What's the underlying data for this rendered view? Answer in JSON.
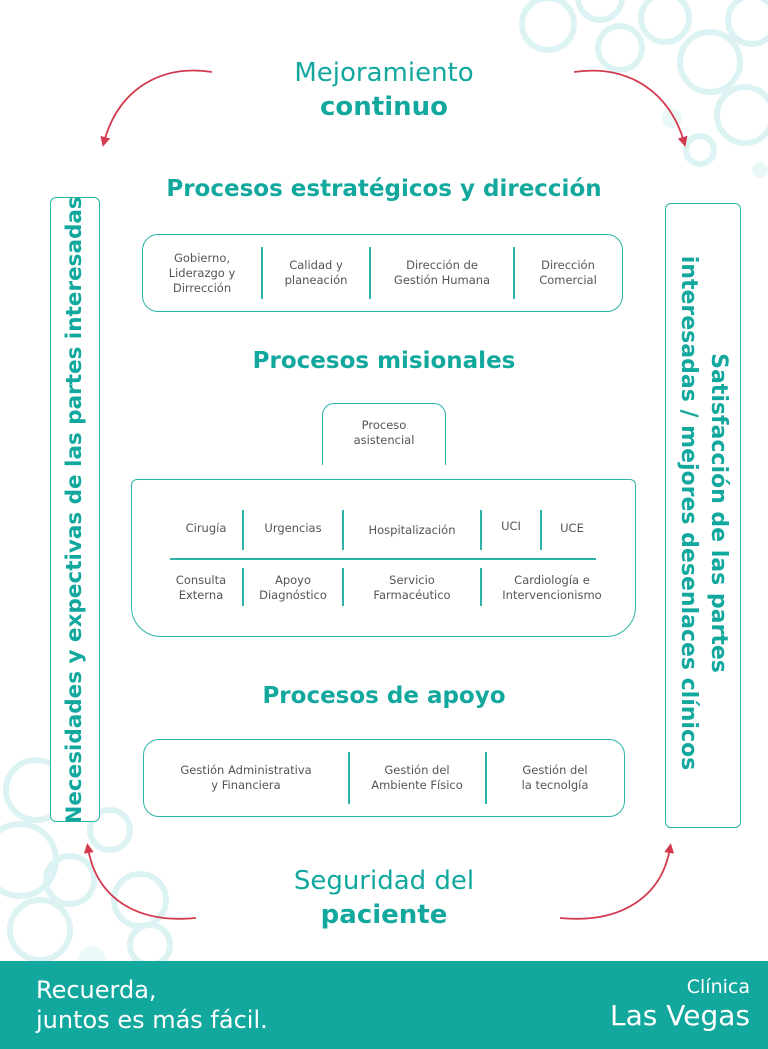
{
  "cycle": {
    "top": {
      "line1": "Mejoramiento",
      "line2": "continuo"
    },
    "bottom": {
      "line1": "Seguridad del",
      "line2": "paciente"
    }
  },
  "left_banner": "Necesidades y expectivas de las partes interesadas",
  "right_banner": {
    "line1": "Satisfacción de las partes",
    "line2": "interesadas / mejores desenlaces clínicos"
  },
  "strategic": {
    "title": "Procesos estratégicos y dirección",
    "items": [
      "Gobierno,\nLiderazgo y\nDirrección",
      "Calidad y\nplaneación",
      "Dirección de\nGestión Humana",
      "Dirección\nComercial"
    ]
  },
  "missional": {
    "title": "Procesos misionales",
    "top_box": "Proceso\nasistencial",
    "row1": [
      "Cirugía",
      "Urgencias",
      "Hospitalización",
      "UCI",
      "UCE"
    ],
    "row2": [
      "Consulta\nExterna",
      "Apoyo\nDiagnóstico",
      "Servicio\nFarmacéutico",
      "Cardiología e\nIntervencionismo"
    ]
  },
  "support": {
    "title": "Procesos de apoyo",
    "items": [
      "Gestión Administrativa\ny Financiera",
      "Gestión del\nAmbiente Físico",
      "Gestión del\nla tecnolgía"
    ]
  },
  "footer": {
    "slogan_line1": "Recuerda,",
    "slogan_line2": "juntos es más fácil.",
    "brand_small": "Clínica",
    "brand_big": "Las Vegas"
  },
  "colors": {
    "teal": "#13a89e",
    "arrow": "#d33a4f",
    "footer_bg": "#13a89e"
  }
}
